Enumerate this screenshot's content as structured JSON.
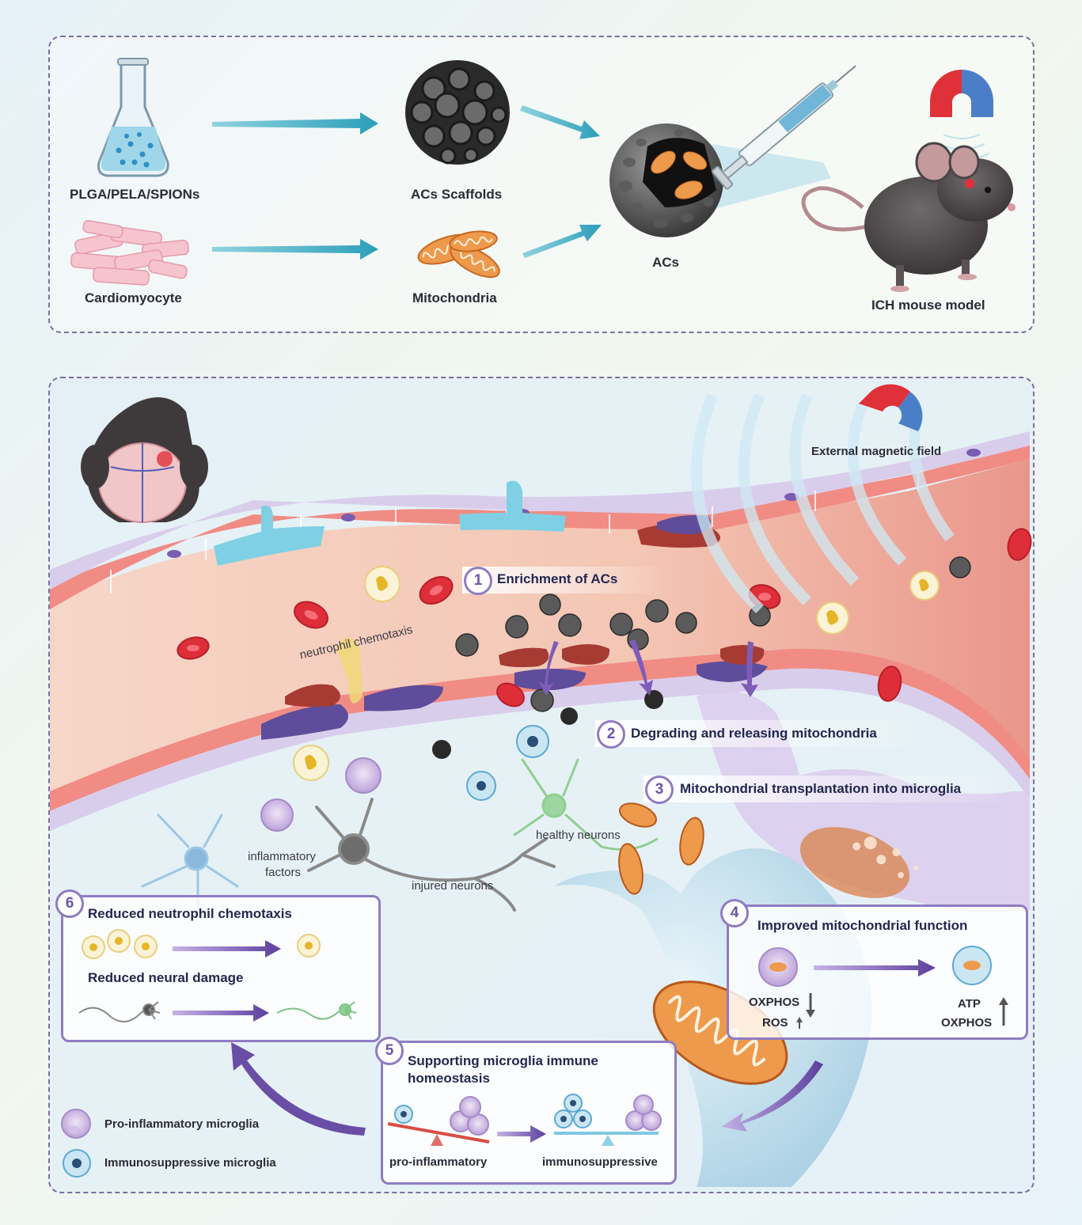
{
  "top_panel": {
    "labels": {
      "polymers": "PLGA/PELA/SPIONs",
      "scaffolds": "ACs Scaffolds",
      "acs": "ACs",
      "mouse": "ICH mouse model",
      "cardiomyocyte": "Cardiomyocyte",
      "mitochondria": "Mitochondria"
    }
  },
  "bottom_panel": {
    "magnetic_field_label": "External magnetic field",
    "annotations": {
      "neutrophil_chemotaxis": "neutrophil chemotaxis",
      "inflammatory_factors_line1": "inflammatory",
      "inflammatory_factors_line2": "factors",
      "injured_neurons": "injured neurons",
      "healthy_neurons": "healthy neurons"
    },
    "steps": [
      {
        "num": "1",
        "title": "Enrichment of ACs"
      },
      {
        "num": "2",
        "title": "Degrading and releasing mitochondria"
      },
      {
        "num": "3",
        "title": "Mitochondrial transplantation into microglia"
      },
      {
        "num": "4",
        "title": "Improved mitochondrial function",
        "left_line1": "OXPHOS",
        "left_line2": "ROS",
        "right_line1": "ATP",
        "right_line2": "OXPHOS"
      },
      {
        "num": "5",
        "title_line1": "Supporting microglia immune",
        "title_line2": "homeostasis",
        "left": "pro-inflammatory",
        "right": "immunosuppressive"
      },
      {
        "num": "6",
        "title_a": "Reduced neutrophil chemotaxis",
        "title_b": "Reduced neural damage"
      }
    ],
    "legend": [
      {
        "label": "Pro-inflammatory microglia",
        "icon": "pro-inflammatory-microglia-icon"
      },
      {
        "label": "Immunosuppressive microglia",
        "icon": "immunosuppressive-microglia-icon"
      }
    ]
  },
  "colors": {
    "panel_border": "#7a6fa0",
    "step_accent": "#8f7cc2",
    "arrow_teal": "#33a6be",
    "arrow_purple": "#6a4ea6",
    "vessel_red": "#e98a84",
    "mitochondria_orange": "#e98c3f",
    "magnet_red": "#e0313a",
    "magnet_blue": "#4a7fc8"
  }
}
